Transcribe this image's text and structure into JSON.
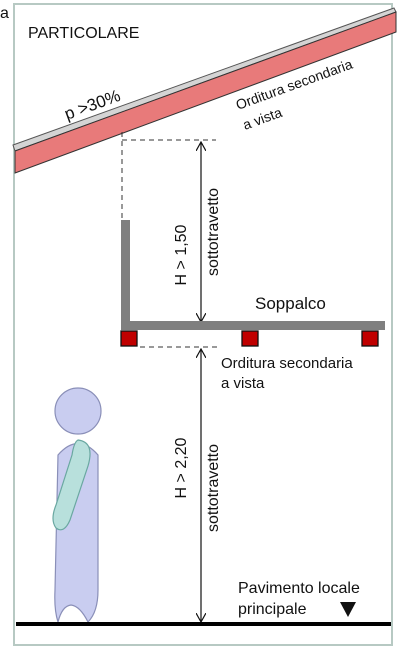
{
  "corner_mark": "a",
  "title": "PARTICOLARE",
  "roof": {
    "slope_label": "p >30%",
    "structure_label_line1": "Orditura secondaria",
    "structure_label_line2": "a vista"
  },
  "upper_clearance": {
    "height_label": "H > 1,50",
    "type_label": "sottotravetto"
  },
  "mezzanine": {
    "label": "Soppalco",
    "structure_label_line1": "Orditura secondaria",
    "structure_label_line2": "a vista"
  },
  "lower_clearance": {
    "height_label": "H > 2,20",
    "type_label": "sottotravetto"
  },
  "floor": {
    "label_line1": "Pavimento locale",
    "label_line2": "principale"
  },
  "colors": {
    "border": "#b7c9c3",
    "roof_fill": "#e87a7a",
    "roof_top": "#d4d4d4",
    "beam": "#7f7f7f",
    "joist": "#c00000",
    "figure_body": "#c9cdf0",
    "figure_arm": "#b8e0dc",
    "floor": "#000000"
  }
}
